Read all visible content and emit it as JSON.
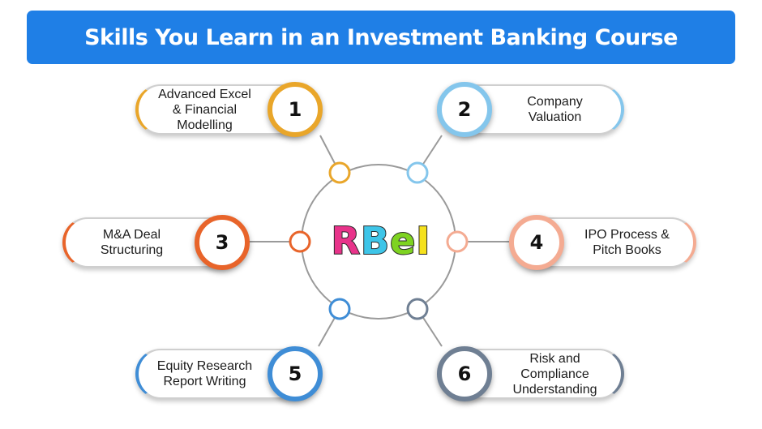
{
  "title": "Skills You Learn in an Investment Banking Course",
  "logo": {
    "letters": [
      "R",
      "B",
      "e",
      "I"
    ],
    "colors": [
      "#e8338a",
      "#3ec5e8",
      "#7ed321",
      "#f5e11c"
    ]
  },
  "colors": {
    "title_bg": "#1f7fe6",
    "hub_ring": "#9a9a9a"
  },
  "skills": [
    {
      "number": "1",
      "label": "Advanced Excel\n& Financial\nModelling",
      "color": "#e9a62a"
    },
    {
      "number": "2",
      "label": "Company\nValuation",
      "color": "#84c6ec"
    },
    {
      "number": "3",
      "label": "M&A Deal\nStructuring",
      "color": "#e8642a"
    },
    {
      "number": "4",
      "label": "IPO Process &\nPitch Books",
      "color": "#f4ab92"
    },
    {
      "number": "5",
      "label": "Equity Research\nReport Writing",
      "color": "#3f8dd6"
    },
    {
      "number": "6",
      "label": "Risk and\nCompliance\nUnderstanding",
      "color": "#6f7f93"
    }
  ]
}
